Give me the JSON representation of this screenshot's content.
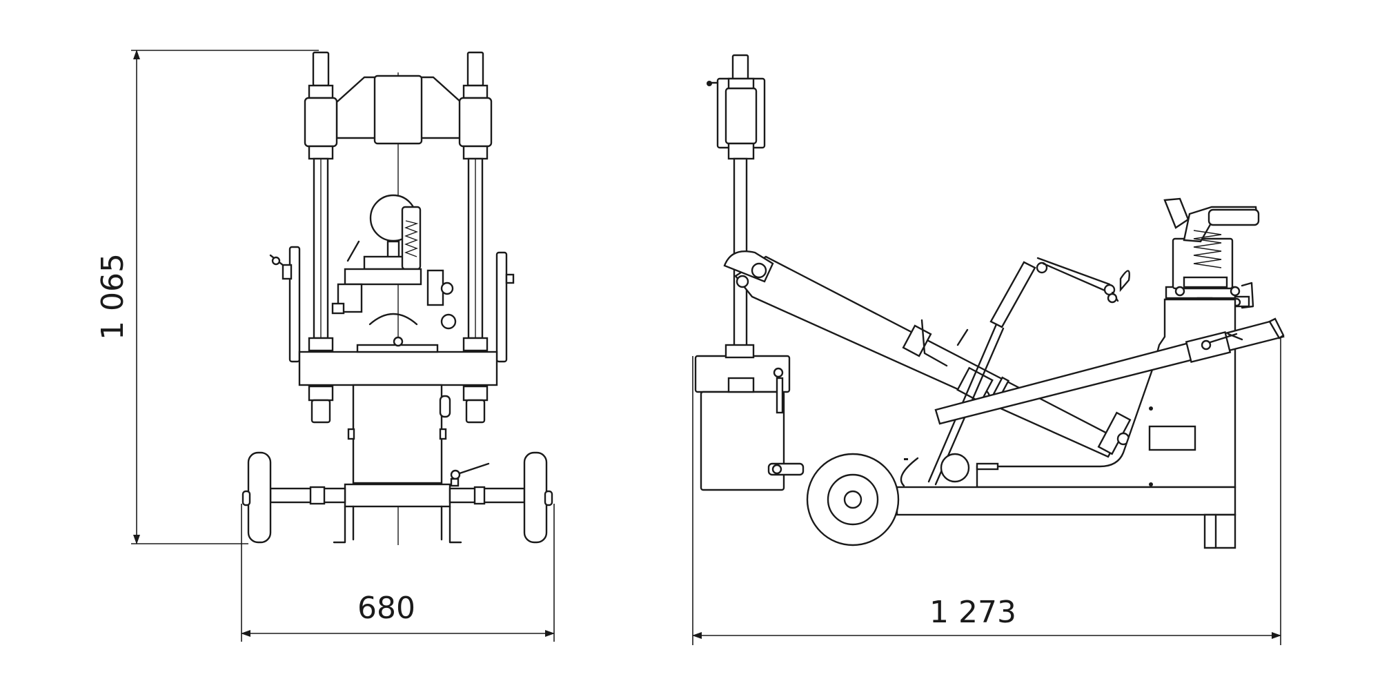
{
  "dimensions": {
    "height": "1 065",
    "width_front": "680",
    "length_side": "1 273"
  }
}
